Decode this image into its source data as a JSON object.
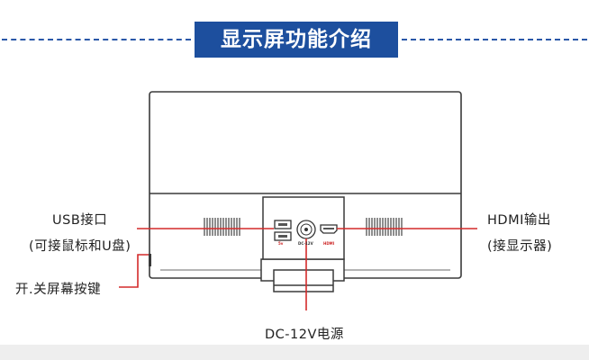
{
  "title": "显示屏功能介绍",
  "labels": {
    "usb_line1": "USB接口",
    "usb_line2": "(可接鼠标和U盘)",
    "power_button": "开.关屏幕按键",
    "dc": "DC-12V电源",
    "hdmi_line1": "HDMI输出",
    "hdmi_line2": "(接显示器)"
  },
  "port_labels": {
    "usb": "5v",
    "dc": "DC-12V",
    "hdmi": "HDMI"
  },
  "colors": {
    "banner": "#1d4f9e",
    "dashes": "#2a58a8",
    "callout": "#d42a2a",
    "outline": "#3a3a3a"
  }
}
